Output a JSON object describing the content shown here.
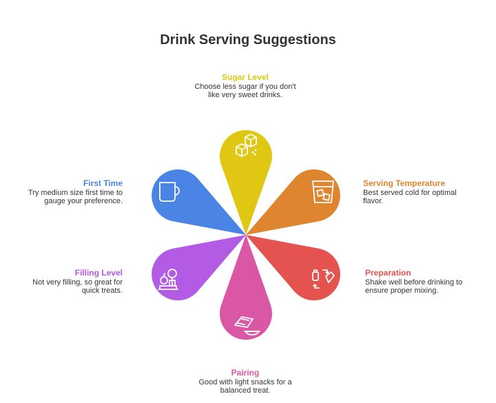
{
  "title": "Drink Serving Suggestions",
  "colors": {
    "sugar": "#DFC713",
    "serving": "#E0852F",
    "preparation": "#E4534F",
    "pairing": "#DA57A6",
    "filling": "#B35BE4",
    "first_time": "#4A85E5"
  },
  "items": {
    "sugar": {
      "heading": "Sugar Level",
      "desc": "Choose less sugar if you don't\nlike very sweet drinks.",
      "icon": "sugar-cubes-icon"
    },
    "serving": {
      "heading": "Serving Temperature",
      "desc": "Best served cold for optimal\nflavor.",
      "icon": "iced-glass-icon"
    },
    "preparation": {
      "heading": "Preparation",
      "desc": "Shake well before drinking to\nensure proper mixing.",
      "icon": "shake-arrows-icon"
    },
    "pairing": {
      "heading": "Pairing",
      "desc": "Good with light snacks for a\nbalanced treat.",
      "icon": "snack-bowl-icon"
    },
    "filling": {
      "heading": "Filling Level",
      "desc": "Not very filling, so great for\nquick treats.",
      "icon": "scale-apple-icon"
    },
    "first_time": {
      "heading": "First Time",
      "desc": "Try medium size first time to\ngauge your preference.",
      "icon": "mug-icon"
    }
  }
}
